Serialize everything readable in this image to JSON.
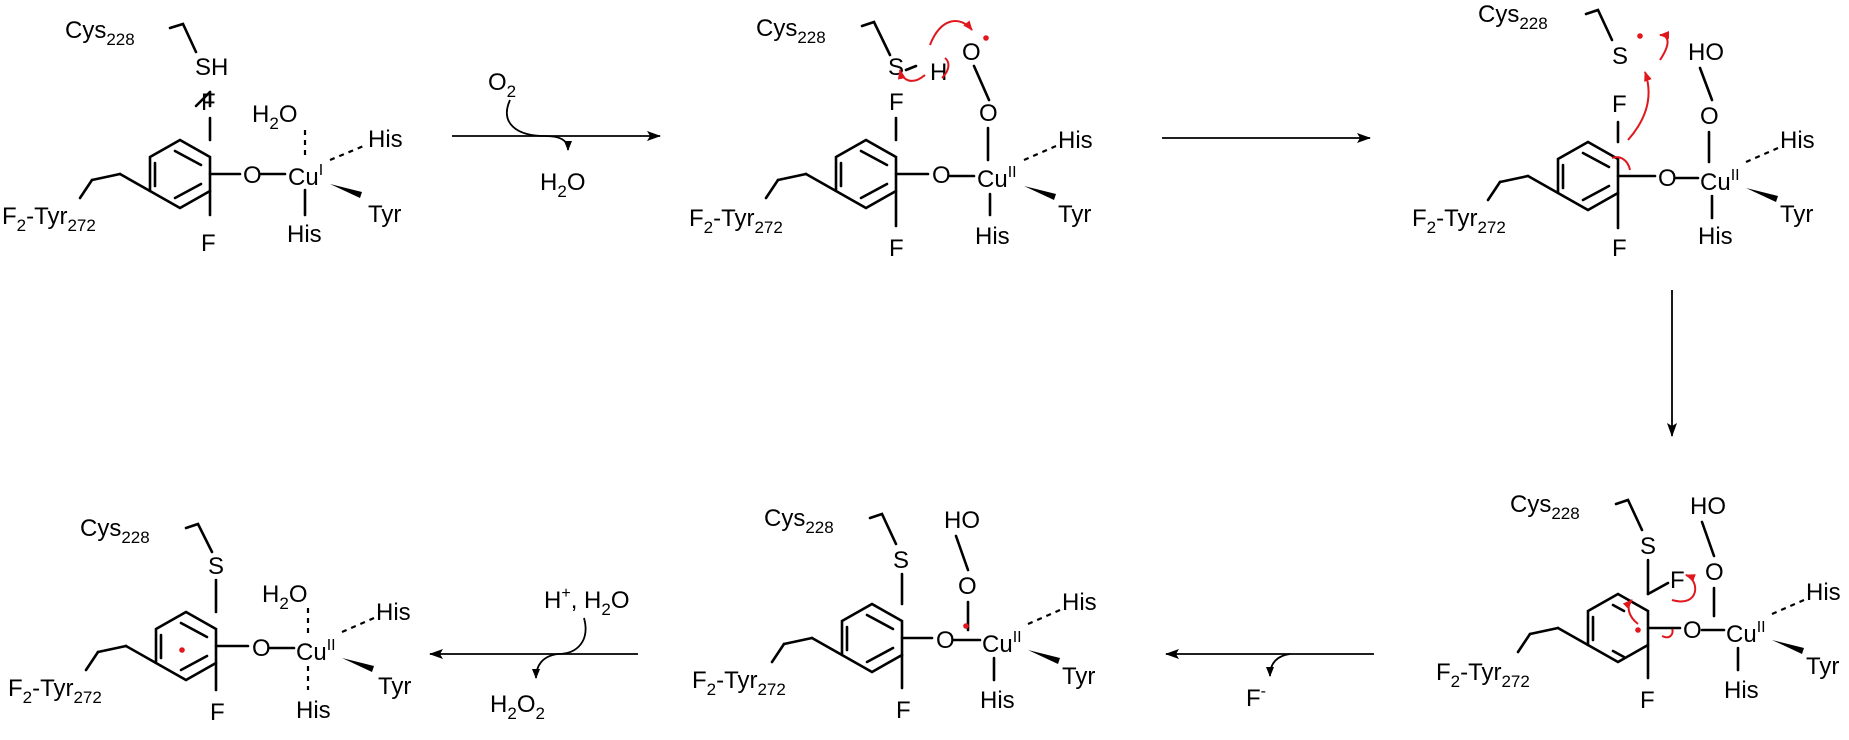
{
  "colors": {
    "ink": "#000000",
    "radical": "#e0181e",
    "electron_arrow": "#e0181e"
  },
  "labels": {
    "cys": "Cys",
    "cys_num": "228",
    "tyr_prefix": "F",
    "tyr_two": "2",
    "tyr_mid": "-Tyr",
    "tyr_num": "272",
    "sh": "SH",
    "s": "S",
    "h": "H",
    "f": "F",
    "o": "O",
    "cu": "Cu",
    "cu_i": "I",
    "cu_ii": "II",
    "his": "His",
    "tyr": "Tyr",
    "ho": "HO",
    "h2o_h": "H",
    "two": "2",
    "h2o_o": "O"
  },
  "reagents": {
    "step1_in_o": "O",
    "step1_in_sub": "2",
    "step1_out_h": "H",
    "step1_out_sub": "2",
    "step1_out_o": "O",
    "step4_out": "F",
    "step4_out_sup": "-",
    "step5_in_h": "H",
    "step5_in_sup": "+",
    "step5_in_rest": ", H",
    "step5_in_sub": "2",
    "step5_in_o": "O",
    "step5_out_h": "H",
    "step5_out_sub": "2",
    "step5_out_o": "O",
    "step5_out_sub2": "2"
  }
}
